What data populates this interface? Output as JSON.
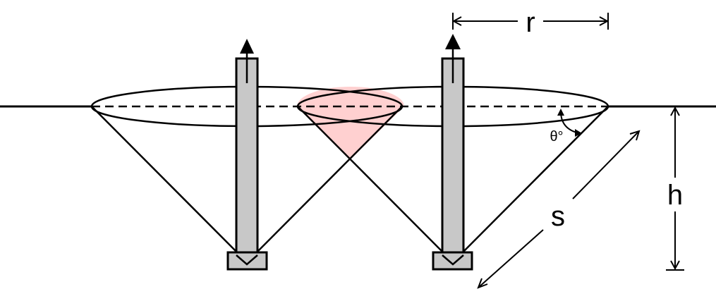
{
  "labels": {
    "r": "r",
    "h": "h",
    "s": "s",
    "theta": "θ°"
  },
  "colors": {
    "stroke": "#000000",
    "anchor_fill": "#c8c8c8",
    "overlap_fill": "#ffd0d0"
  }
}
